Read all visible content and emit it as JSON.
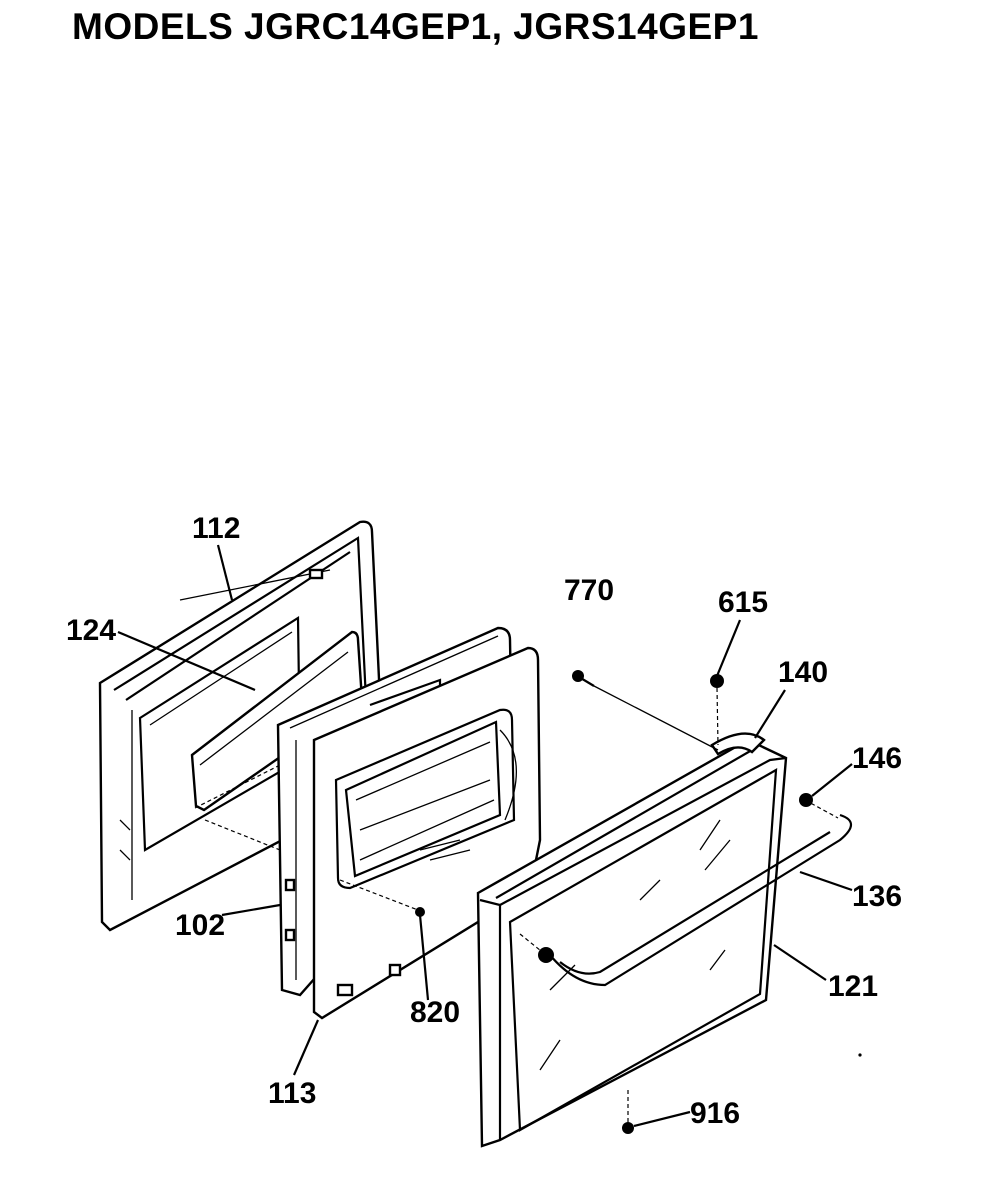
{
  "title": "MODELS JGRC14GEP1, JGRS14GEP1",
  "labels": {
    "p112": "112",
    "p124": "124",
    "p102": "102",
    "p113": "113",
    "p820": "820",
    "p770": "770",
    "p615": "615",
    "p140": "140",
    "p146": "146",
    "p136": "136",
    "p121": "121",
    "p916": "916"
  }
}
